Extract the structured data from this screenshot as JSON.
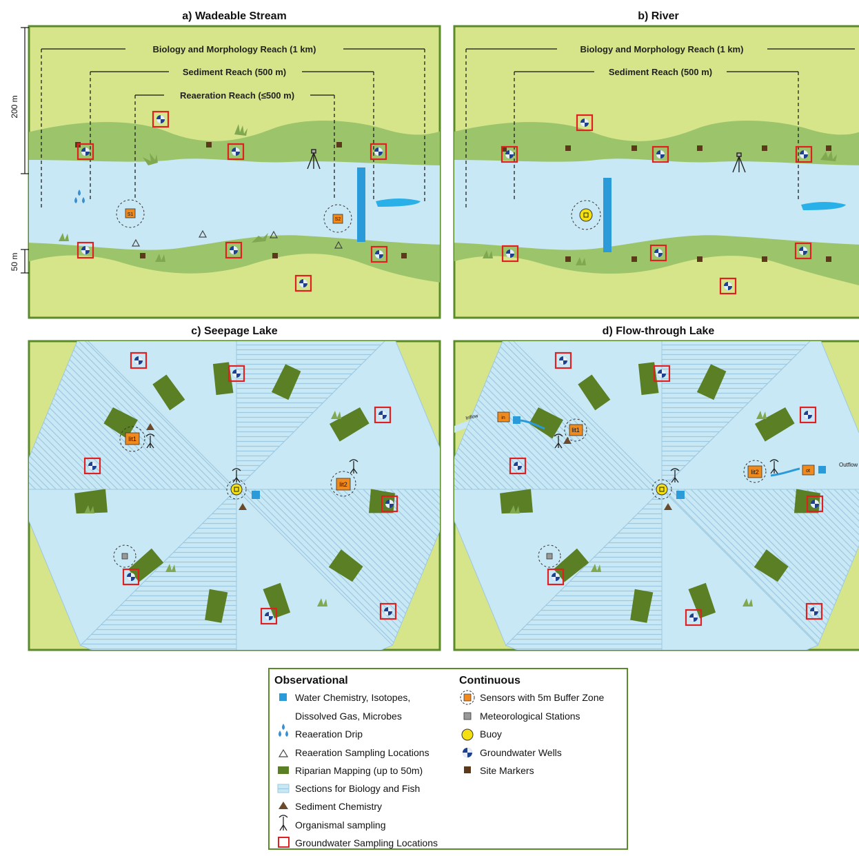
{
  "colors": {
    "land": "#d6e58a",
    "frame": "#5a8a2a",
    "riparian": "#9cc46a",
    "water": "#c9e8f5",
    "stripe": "#9cc8e0",
    "mapping": "#5a7f24",
    "gw_box": "#e02020",
    "buoy": "#f4e010",
    "chem": "#2a9ad8",
    "sensor": "#f08a1c",
    "marker": "#5a3a1a"
  },
  "panels": {
    "a": {
      "title": "a) Wadeable Stream",
      "reach_bio": "Biology and Morphology Reach (1 km)",
      "reach_sed": "Sediment Reach (500 m)",
      "reach_aer": "Reaeration Reach (≤500 m)",
      "scale_200": "200 m",
      "scale_50": "50 m",
      "sensor_1": "S1",
      "sensor_2": "S2"
    },
    "b": {
      "title": "b) River",
      "reach_bio": "Biology and Morphology Reach (1 km)",
      "reach_sed": "Sediment Reach (500 m)"
    },
    "c": {
      "title": "c) Seepage Lake",
      "sensor_1": "lit1",
      "sensor_2": "lit2"
    },
    "d": {
      "title": "d) Flow-through Lake",
      "sensor_1": "lit1",
      "sensor_2": "lit2",
      "inflow_label": "Inflow",
      "outflow_label": "Outflow",
      "inlet_label": "in",
      "outlet_label": "ot"
    }
  },
  "legend": {
    "observational_title": "Observational",
    "continuous_title": "Continuous",
    "observational": [
      {
        "icon": "water-chemistry-icon",
        "label": "Water Chemistry, Isotopes,"
      },
      {
        "icon": "",
        "label": "Dissolved Gas, Microbes"
      },
      {
        "icon": "reaeration-drip-icon",
        "label": "Reaeration Drip"
      },
      {
        "icon": "reaeration-sampling-icon",
        "label": "Reaeration Sampling Locations"
      },
      {
        "icon": "riparian-mapping-icon",
        "label": "Riparian Mapping (up to 50m)"
      },
      {
        "icon": "biology-sections-icon",
        "label": "Sections for Biology and Fish"
      },
      {
        "icon": "sediment-chemistry-icon",
        "label": "Sediment Chemistry"
      },
      {
        "icon": "organismal-sampling-icon",
        "label": "Organismal sampling"
      },
      {
        "icon": "groundwater-sampling-icon",
        "label": "Groundwater Sampling Locations"
      }
    ],
    "continuous": [
      {
        "icon": "sensor-buffer-icon",
        "label": "Sensors with 5m Buffer Zone"
      },
      {
        "icon": "met-station-icon",
        "label": "Meteorological Stations"
      },
      {
        "icon": "buoy-icon",
        "label": "Buoy"
      },
      {
        "icon": "groundwater-well-icon",
        "label": "Groundwater Wells"
      },
      {
        "icon": "site-marker-icon",
        "label": "Site Markers"
      }
    ]
  }
}
